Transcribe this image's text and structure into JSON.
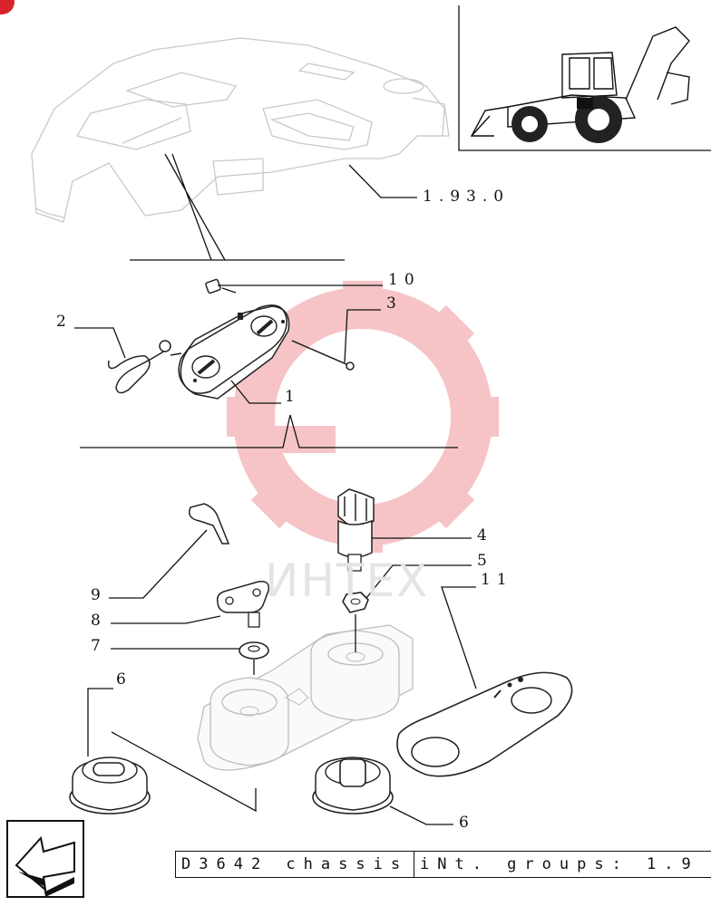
{
  "callouts": {
    "c193": "1.93.0",
    "c10": "10",
    "c3": "3",
    "c2": "2",
    "c1": "1",
    "c4": "4",
    "c5": "5",
    "c11": "11",
    "c9": "9",
    "c8": "8",
    "c7": "7",
    "c6a": "6",
    "c6b": "6"
  },
  "footer": {
    "code": "D3642 chassis",
    "groups": "iNt. groups: 1.9"
  },
  "watermark": {
    "text": "ИНТЕХ",
    "color": "#f5c2c2"
  },
  "icons": {
    "nav": "back-arrow-icon"
  },
  "colors": {
    "accent": "#d8232a"
  }
}
